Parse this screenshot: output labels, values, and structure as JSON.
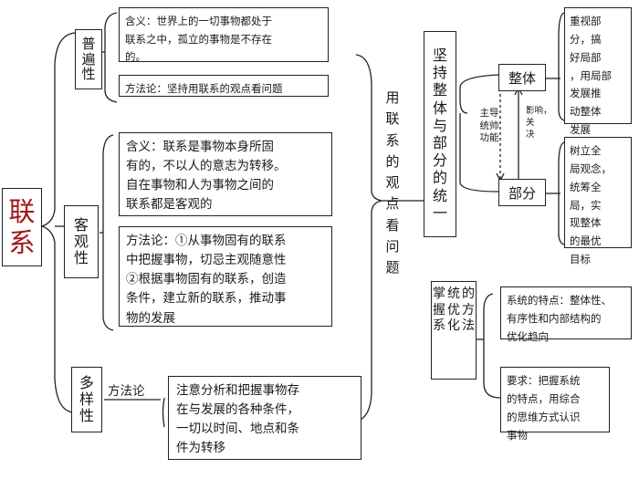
{
  "root": {
    "label": "联\n系"
  },
  "universal": {
    "label": "普\n遍\n性",
    "meaning": "含义：世界上的一切事物都处于\n联系之中，孤立的事物是不存在\n的。",
    "method": "方法论：坚持用联系的观点看问题"
  },
  "objective": {
    "label": "客\n观\n性",
    "meaning": "含义：联系是事物本身所固\n有的，不以人的意志为转移。\n自在事物和人为事物之间的\n联系都是客观的",
    "method": "方法论：①从事物固有的联系\n中把握事物，切忌主观随意性\n②根据事物固有的联系，创造\n条件，建立新的联系，推动事\n物的发展"
  },
  "diversity": {
    "label": "多\n样\n性",
    "method_label": "方法论",
    "method": "注意分析和把握事物存\n在与发展的各种条件，\n一切以时间、地点和条\n件为转移"
  },
  "center": {
    "label": "用\n联\n系\n的\n观\n点\n看\n问\n题"
  },
  "whole_part": {
    "title": "坚\n持\n整\n体\n与\n部\n分\n的\n统\n一",
    "whole": "整体",
    "part": "部分",
    "lead_label": "主导\n统帅\n功能",
    "influence_label": "影响，\n关\n决",
    "whole_desc": "重视部\n分，搞\n好局部\n，用局部\n发展推\n动整体\n发展",
    "part_desc": "树立全\n局观念，\n统筹全\n局，实\n现整体\n的最优\n目标"
  },
  "system": {
    "title": "掌\n握\n系\n统\n优\n化\n的\n方\n法",
    "features": "系统的特点：整体性、\n有序性和内部结构的\n优化趋向",
    "requirement": "要求：把握系统\n的特点，用综合\n的思维方式认识\n事物"
  }
}
